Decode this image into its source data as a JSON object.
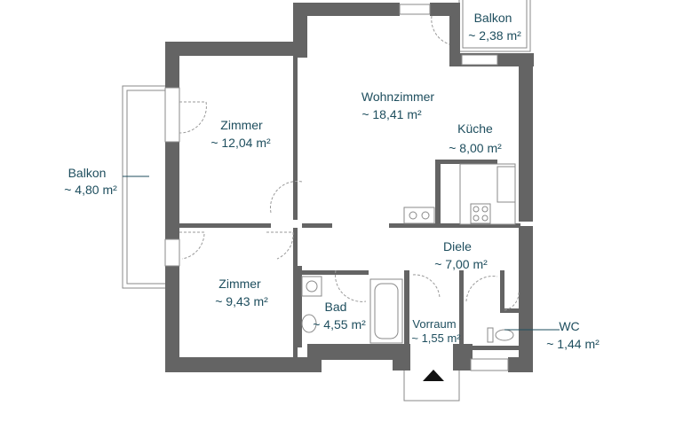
{
  "rooms": {
    "balkon_top": {
      "name": "Balkon",
      "area": "~ 2,38 m²"
    },
    "wohnzimmer": {
      "name": "Wohnzimmer",
      "area": "~ 18,41 m²"
    },
    "zimmer_top": {
      "name": "Zimmer",
      "area": "~ 12,04 m²"
    },
    "kueche": {
      "name": "Küche",
      "area": "~ 8,00 m²"
    },
    "balkon_left": {
      "name": "Balkon",
      "area": "~ 4,80 m²"
    },
    "diele": {
      "name": "Diele",
      "area": "~ 7,00 m²"
    },
    "zimmer_bottom": {
      "name": "Zimmer",
      "area": "~ 9,43 m²"
    },
    "bad": {
      "name": "Bad",
      "area": "~ 4,55 m²"
    },
    "vorraum": {
      "name": "Vorraum",
      "area": "~ 1,55 m²"
    },
    "wc": {
      "name": "WC",
      "area": "~ 1,44 m²"
    }
  },
  "colors": {
    "wall": "#646464",
    "label": "#1e4e5e"
  },
  "icons": {
    "entrance": "entrance-arrow-icon"
  }
}
